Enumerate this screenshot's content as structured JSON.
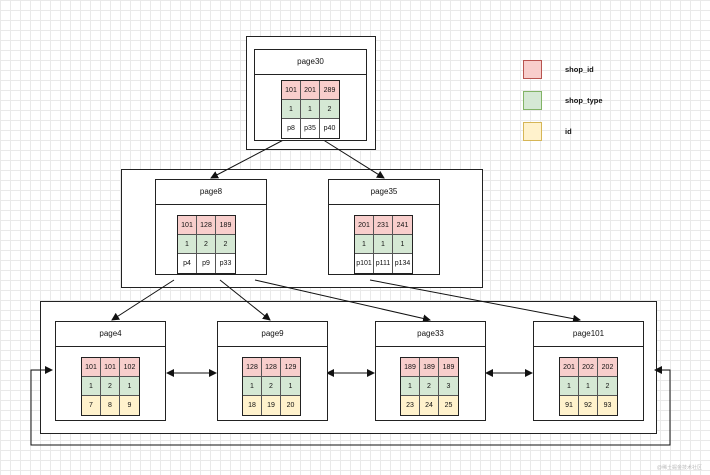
{
  "legend": [
    {
      "key": "shop_id",
      "label": "shop_id",
      "color": "#f8cecc",
      "border": "#b85450"
    },
    {
      "key": "shop_type",
      "label": "shop_type",
      "color": "#d5e8d4",
      "border": "#82b366"
    },
    {
      "key": "id",
      "label": "id",
      "color": "#fff2cc",
      "border": "#d6b656"
    }
  ],
  "root": {
    "title": "page30",
    "rows": [
      {
        "kind": "shop_id",
        "cells": [
          "101",
          "201",
          "289"
        ]
      },
      {
        "kind": "shop_type",
        "cells": [
          "1",
          "1",
          "2"
        ]
      },
      {
        "kind": "ptr",
        "cells": [
          "p8",
          "p35",
          "p40"
        ]
      }
    ]
  },
  "internal": [
    {
      "title": "page8",
      "rows": [
        {
          "kind": "shop_id",
          "cells": [
            "101",
            "128",
            "189"
          ]
        },
        {
          "kind": "shop_type",
          "cells": [
            "1",
            "2",
            "2"
          ]
        },
        {
          "kind": "ptr",
          "cells": [
            "p4",
            "p9",
            "p33"
          ]
        }
      ]
    },
    {
      "title": "page35",
      "rows": [
        {
          "kind": "shop_id",
          "cells": [
            "201",
            "231",
            "241"
          ]
        },
        {
          "kind": "shop_type",
          "cells": [
            "1",
            "1",
            "1"
          ]
        },
        {
          "kind": "ptr",
          "cells": [
            "p101",
            "p111",
            "p134"
          ]
        }
      ]
    }
  ],
  "leaves": [
    {
      "title": "page4",
      "rows": [
        {
          "kind": "shop_id",
          "cells": [
            "101",
            "101",
            "102"
          ]
        },
        {
          "kind": "shop_type",
          "cells": [
            "1",
            "2",
            "1"
          ]
        },
        {
          "kind": "id",
          "cells": [
            "7",
            "8",
            "9"
          ]
        }
      ]
    },
    {
      "title": "page9",
      "rows": [
        {
          "kind": "shop_id",
          "cells": [
            "128",
            "128",
            "129"
          ]
        },
        {
          "kind": "shop_type",
          "cells": [
            "1",
            "2",
            "1"
          ]
        },
        {
          "kind": "id",
          "cells": [
            "18",
            "19",
            "20"
          ]
        }
      ]
    },
    {
      "title": "page33",
      "rows": [
        {
          "kind": "shop_id",
          "cells": [
            "189",
            "189",
            "189"
          ]
        },
        {
          "kind": "shop_type",
          "cells": [
            "1",
            "2",
            "3"
          ]
        },
        {
          "kind": "id",
          "cells": [
            "23",
            "24",
            "25"
          ]
        }
      ]
    },
    {
      "title": "page101",
      "rows": [
        {
          "kind": "shop_id",
          "cells": [
            "201",
            "202",
            "202"
          ]
        },
        {
          "kind": "shop_type",
          "cells": [
            "1",
            "1",
            "2"
          ]
        },
        {
          "kind": "id",
          "cells": [
            "91",
            "92",
            "93"
          ]
        }
      ]
    }
  ],
  "watermark": "@稀土掘金技术社区"
}
